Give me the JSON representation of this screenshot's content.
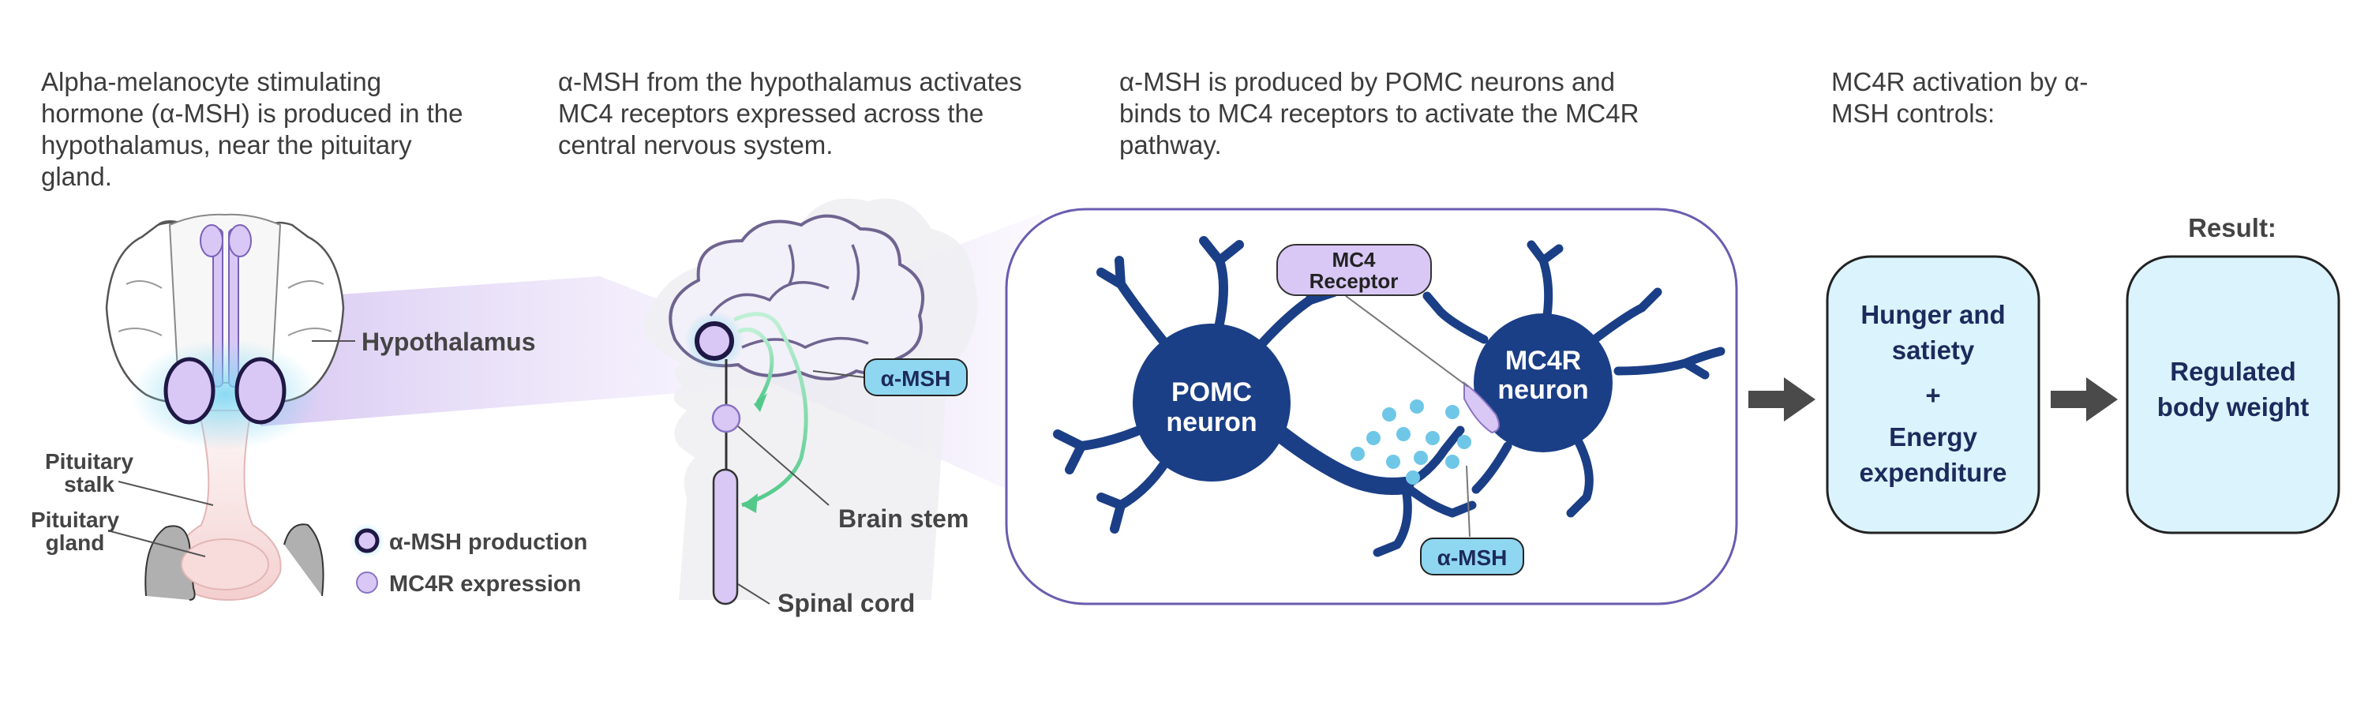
{
  "captions": {
    "panel1": "Alpha-melanocyte stimulating hormone (α-MSH) is produced in the hypothalamus, near the pituitary gland.",
    "panel2": "α-MSH from the hypothalamus activates MC4 receptors expressed across the central nervous system.",
    "panel3": "α-MSH is produced by POMC neurons and binds to MC4 receptors to activate the MC4R pathway.",
    "panel4": "MC4R activation by α-MSH controls:"
  },
  "brain_labels": {
    "hypothalamus": "Hypothalamus",
    "pituitary_stalk_1": "Pituitary",
    "pituitary_stalk_2": "stalk",
    "pituitary_gland_1": "Pituitary",
    "pituitary_gland_2": "gland"
  },
  "legend": {
    "production": "α-MSH production",
    "expression": "MC4R expression"
  },
  "head_labels": {
    "msh_tag": "α-MSH",
    "brain_stem": "Brain stem",
    "spinal_cord": "Spinal cord"
  },
  "neuron_labels": {
    "pomc_1": "POMC",
    "pomc_2": "neuron",
    "mc4r_1": "MC4R",
    "mc4r_2": "neuron",
    "receptor_1": "MC4",
    "receptor_2": "Receptor",
    "msh_tag": "α-MSH"
  },
  "outcomes": {
    "box1_line1": "Hunger and",
    "box1_line2": "satiety",
    "plus": "+",
    "box1_line3": "Energy",
    "box1_line4": "expenditure",
    "result_heading": "Result:",
    "box2_line1": "Regulated",
    "box2_line2": "body weight"
  },
  "colors": {
    "neuron_dark": "#1b3f86",
    "lavender": "#d9c8f5",
    "lavender_stroke": "#6a4fb0",
    "cyan_fill": "#daf3fc",
    "cyan_tag": "#8fd7f0",
    "navy_text": "#1d2a5c",
    "arrow_gray": "#4a4a4a"
  },
  "icons": [
    "right-arrow-icon",
    "curved-arrow-icon"
  ]
}
